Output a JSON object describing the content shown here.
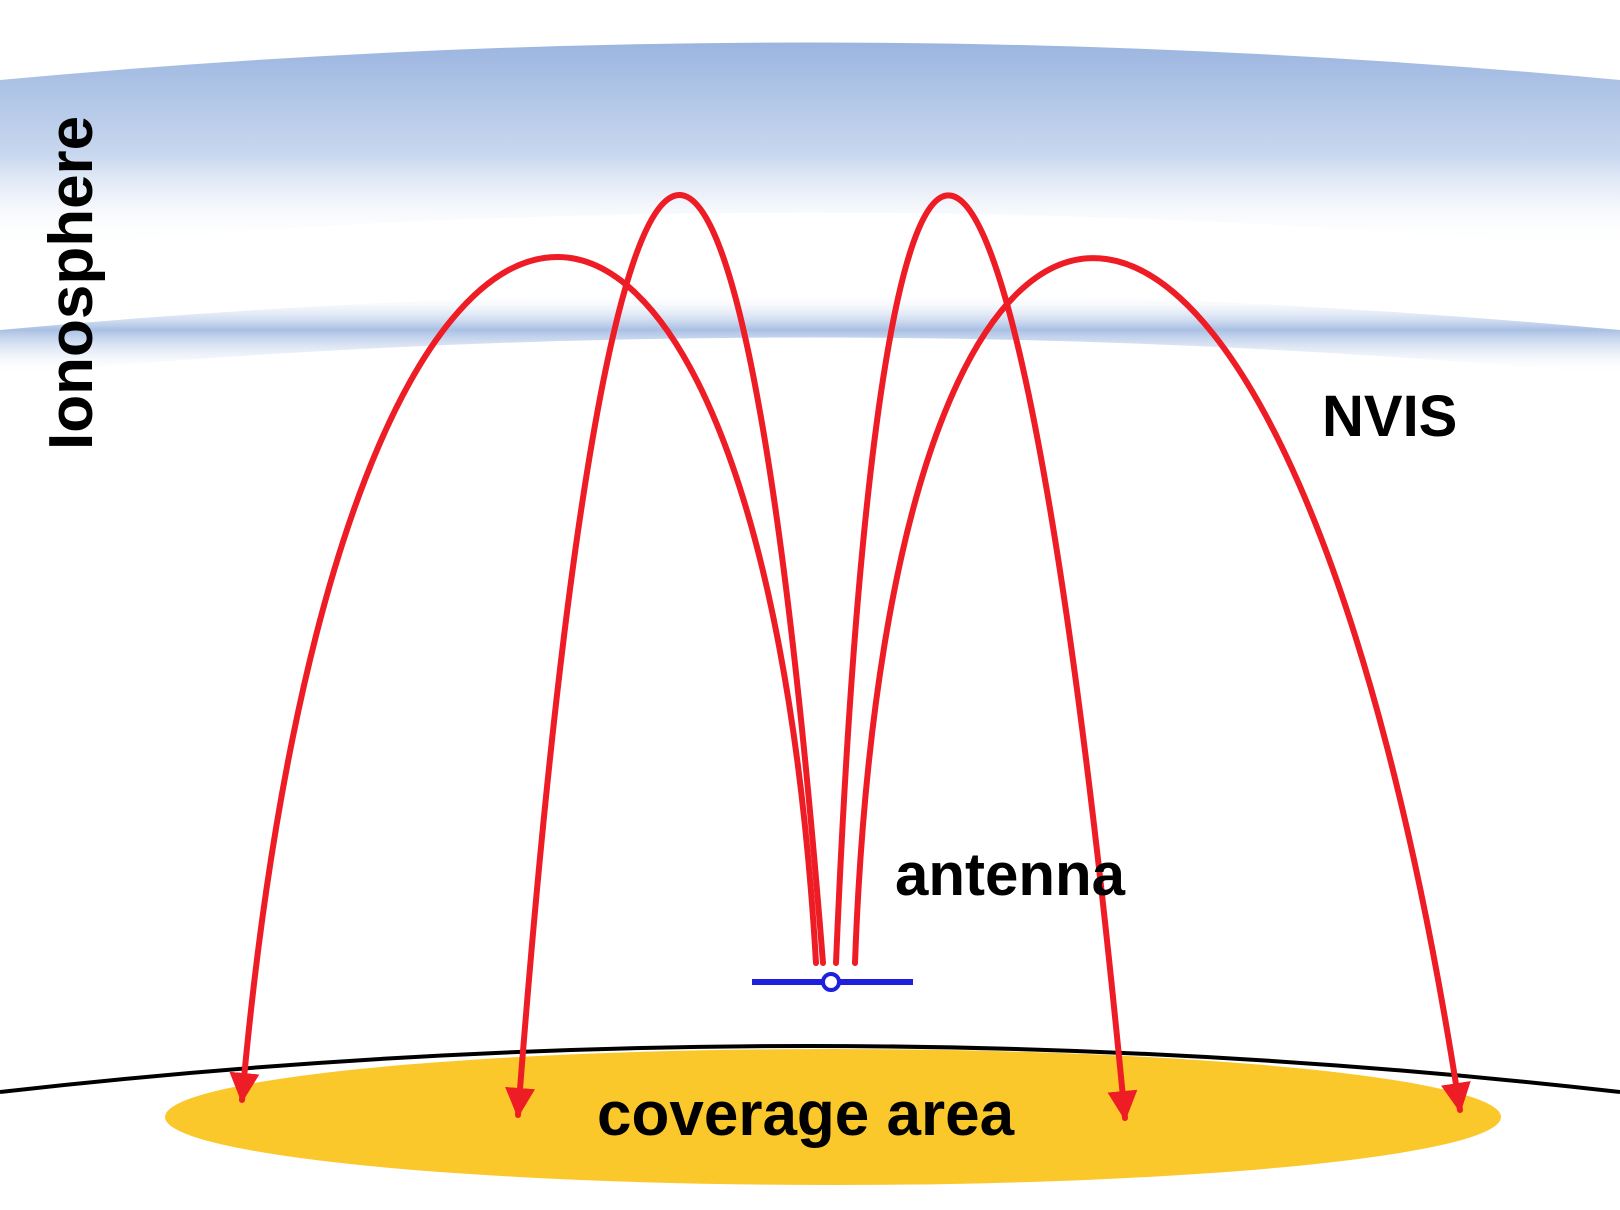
{
  "labels": {
    "ionosphere": "Ionosphere",
    "mode": "NVIS",
    "antenna": "antenna",
    "coverage": "coverage area"
  },
  "colors": {
    "ionosphere_band": "#8eaddc",
    "ray": "#ee1c25",
    "antenna": "#1f1fe0",
    "coverage": "#fbc82c",
    "ground": "#000000",
    "text": "#000000"
  }
}
